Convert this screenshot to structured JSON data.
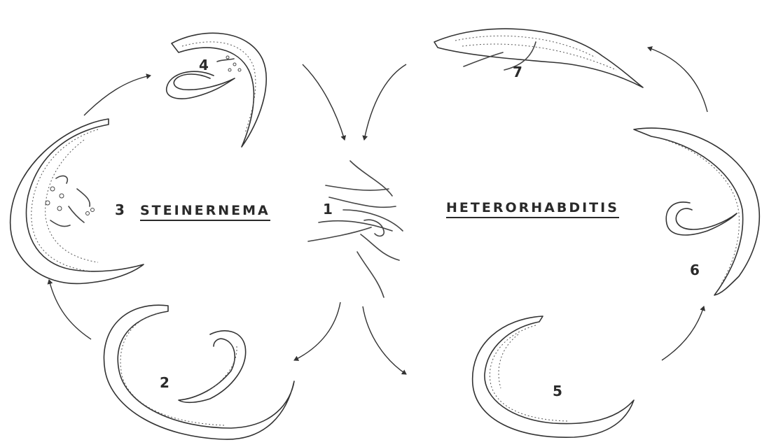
{
  "genus_left": "STEINERNEMA",
  "genus_right": "HETERORHABDITIS",
  "stage_labels": [
    "1",
    "2",
    "3",
    "4",
    "5",
    "6",
    "7"
  ]
}
